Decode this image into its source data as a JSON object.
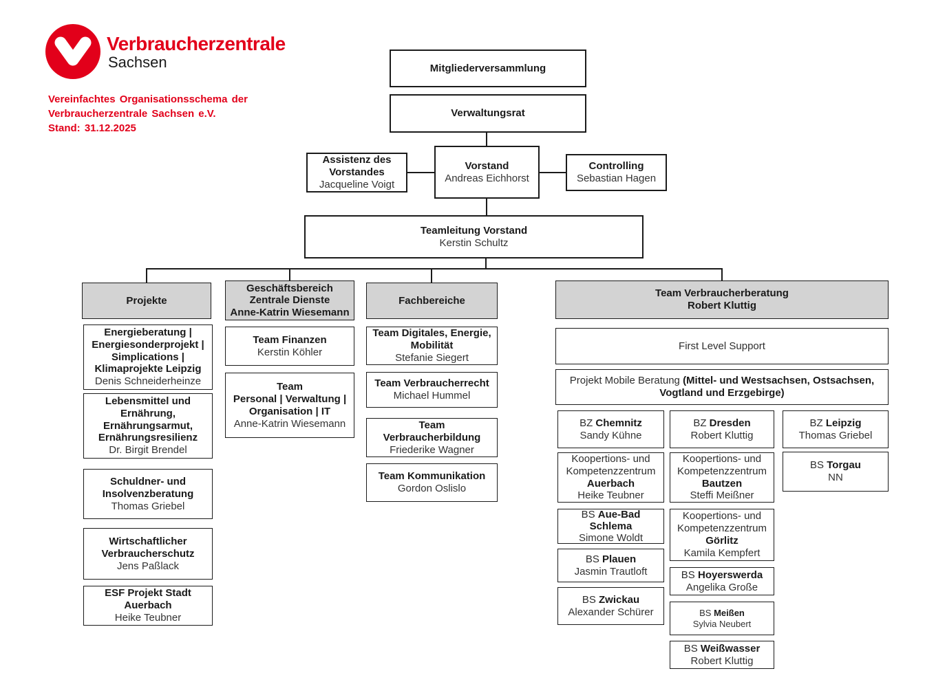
{
  "colors": {
    "accent_red": "#e2001a",
    "header_gray": "#d3d3d3",
    "line_black": "#1a1a1a"
  },
  "brand": {
    "logo_icon": "v-in-red-circle",
    "name": "Verbraucherzentrale",
    "region": "Sachsen",
    "subtitle": "Vereinfachtes Organisationsschema der\nVerbraucherzentrale Sachsen e.V.\nStand: 31.12.2025"
  },
  "top": {
    "mitgliederversammlung": "Mitgliederversammlung",
    "verwaltungsrat": "Verwaltungsrat",
    "assistenz": {
      "title": "Assistenz des\nVorstandes",
      "name": "Jacqueline Voigt"
    },
    "vorstand": {
      "title": "Vorstand",
      "name": "Andreas Eichhorst"
    },
    "controlling": {
      "title": "Controlling",
      "name": "Sebastian Hagen"
    },
    "teamleitung": {
      "title": "Teamleitung Vorstand",
      "name": "Kerstin Schultz"
    }
  },
  "projekte": {
    "header": "Projekte",
    "items": [
      {
        "title": "Energieberatung |\nEnergiesonderprojekt |\nSimplications |\nKlimaprojekte Leipzig",
        "name": "Denis Schneiderheinze"
      },
      {
        "title": "Lebensmittel und\nErnährung,\nErnährungsarmut,\nErnährungsresilienz",
        "name": "Dr. Birgit Brendel"
      },
      {
        "title": "Schuldner- und\nInsolvenzberatung",
        "name": "Thomas Griebel"
      },
      {
        "title": "Wirtschaftlicher\nVerbraucherschutz",
        "name": "Jens Paßlack"
      },
      {
        "title": "ESF Projekt Stadt\nAuerbach",
        "name": "Heike Teubner"
      }
    ]
  },
  "zentrale_dienste": {
    "header_title": "Geschäftsbereich\nZentrale Dienste",
    "header_name": "Anne-Katrin Wiesemann",
    "items": [
      {
        "title": "Team Finanzen",
        "name": "Kerstin Köhler"
      },
      {
        "title": "Team\nPersonal | Verwaltung |\nOrganisation | IT",
        "name": "Anne-Katrin Wiesemann"
      }
    ]
  },
  "fachbereiche": {
    "header": "Fachbereiche",
    "items": [
      {
        "title": "Team Digitales, Energie,\nMobilität",
        "name": "Stefanie Siegert"
      },
      {
        "title": "Team Verbraucherrecht",
        "name": "Michael Hummel"
      },
      {
        "title": "Team\nVerbraucherbildung",
        "name": "Friederike Wagner"
      },
      {
        "title": "Team Kommunikation",
        "name": "Gordon Oslislo"
      }
    ]
  },
  "beratung": {
    "header_title": "Team Verbraucherberatung",
    "header_name": "Robert Kluttig",
    "first_level_support": "First Level Support",
    "mobile_prefix": "Projekt Mobile Beratung ",
    "mobile_bold": "(Mittel- und Westsachsen, Ostsachsen, Vogtland und Erzgebirge)",
    "col_a": [
      {
        "pre": "BZ ",
        "place": "Chemnitz",
        "name": "Sandy Kühne"
      },
      {
        "body": "Koopertions- und\nKompetenzzentrum",
        "place": "Auerbach",
        "name": "Heike Teubner"
      },
      {
        "pre": "BS ",
        "place": "Aue-Bad Schlema",
        "name": "Simone Woldt"
      },
      {
        "pre": "BS ",
        "place": "Plauen",
        "name": "Jasmin Trautloft"
      },
      {
        "pre": "BS ",
        "place": "Zwickau",
        "name": "Alexander Schürer"
      }
    ],
    "col_b": [
      {
        "pre": "BZ ",
        "place": "Dresden",
        "name": "Robert Kluttig"
      },
      {
        "body": "Koopertions- und\nKompetenzzentrum",
        "place": "Bautzen",
        "name": "Steffi Meißner"
      },
      {
        "body": "Koopertions- und\nKompetenzzentrum",
        "place": "Görlitz",
        "name": "Kamila Kempfert"
      },
      {
        "pre": "BS ",
        "place": "Hoyerswerda",
        "name": "Angelika Große"
      },
      {
        "pre": "BS ",
        "place": "Meißen",
        "name": "Sylvia Neubert"
      },
      {
        "pre": "BS ",
        "place": "Weißwasser",
        "name": "Robert Kluttig"
      }
    ],
    "col_c": [
      {
        "pre": "BZ ",
        "place": "Leipzig",
        "name": "Thomas Griebel"
      },
      {
        "pre": "BS ",
        "place": "Torgau",
        "name": "NN"
      }
    ]
  }
}
